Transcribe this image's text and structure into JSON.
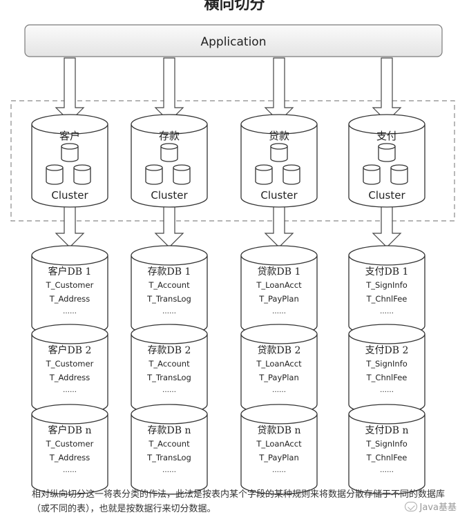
{
  "title": "横向切分",
  "application_label": "Application",
  "clusters": [
    {
      "name": "客户",
      "label": "Cluster"
    },
    {
      "name": "存款",
      "label": "Cluster"
    },
    {
      "name": "贷款",
      "label": "Cluster"
    },
    {
      "name": "支付",
      "label": "Cluster"
    }
  ],
  "databases": [
    [
      {
        "title": "客户DB 1",
        "tables": [
          "T_Customer",
          "T_Address"
        ],
        "more": "……"
      },
      {
        "title": "客户DB 2",
        "tables": [
          "T_Customer",
          "T_Address"
        ],
        "more": "……"
      },
      {
        "title": "客户DB n",
        "tables": [
          "T_Customer",
          "T_Address"
        ],
        "more": "……"
      }
    ],
    [
      {
        "title": "存款DB 1",
        "tables": [
          "T_Account",
          "T_TransLog"
        ],
        "more": "……"
      },
      {
        "title": "存款DB 2",
        "tables": [
          "T_Account",
          "T_TransLog"
        ],
        "more": "……"
      },
      {
        "title": "存款DB n",
        "tables": [
          "T_Account",
          "T_TransLog"
        ],
        "more": "……"
      }
    ],
    [
      {
        "title": "贷款DB 1",
        "tables": [
          "T_LoanAcct",
          "T_PayPlan"
        ],
        "more": "……"
      },
      {
        "title": "贷款DB 2",
        "tables": [
          "T_LoanAcct",
          "T_PayPlan"
        ],
        "more": "……"
      },
      {
        "title": "贷款DB n",
        "tables": [
          "T_LoanAcct",
          "T_PayPlan"
        ],
        "more": "……"
      }
    ],
    [
      {
        "title": "支付DB 1",
        "tables": [
          "T_SignInfo",
          "T_ChnlFee"
        ],
        "more": "……"
      },
      {
        "title": "支付DB 2",
        "tables": [
          "T_SignInfo",
          "T_ChnlFee"
        ],
        "more": "……"
      },
      {
        "title": "支付DB n",
        "tables": [
          "T_SignInfo",
          "T_ChnlFee"
        ],
        "more": "……"
      }
    ]
  ],
  "caption": "相对纵向切分这一将表分类的作法，此法是按表内某个字段的某种规则来将数据分散存储于不同的数据库（或不同的表），也就是按数据行来切分数据。",
  "watermark": "Java基基",
  "watermark_icon": "wechat-icon"
}
